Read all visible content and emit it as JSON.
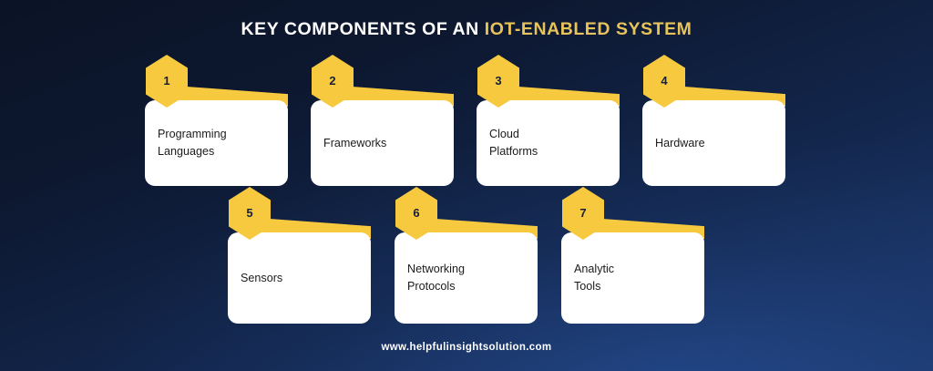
{
  "title": {
    "prefix": "KEY COMPONENTS OF AN ",
    "highlight": "IOT-ENABLED SYSTEM",
    "color_normal": "#ffffff",
    "color_highlight": "#e8c35a"
  },
  "theme": {
    "accent_yellow": "#f7c93f",
    "card_background": "#ffffff",
    "card_text": "#1b1b1b",
    "background_top": "#0b1326",
    "background_bottom": "#1d3a70"
  },
  "cards": [
    {
      "number": "1",
      "label": "Programming\nLanguages",
      "row": 1
    },
    {
      "number": "2",
      "label": "Frameworks",
      "row": 1
    },
    {
      "number": "3",
      "label": "Cloud\nPlatforms",
      "row": 1
    },
    {
      "number": "4",
      "label": "Hardware",
      "row": 1
    },
    {
      "number": "5",
      "label": "Sensors",
      "row": 2
    },
    {
      "number": "6",
      "label": "Networking\nProtocols",
      "row": 2
    },
    {
      "number": "7",
      "label": "Analytic\nTools",
      "row": 2
    }
  ],
  "footer": {
    "url": "www.helpfulinsightsolution.com"
  }
}
